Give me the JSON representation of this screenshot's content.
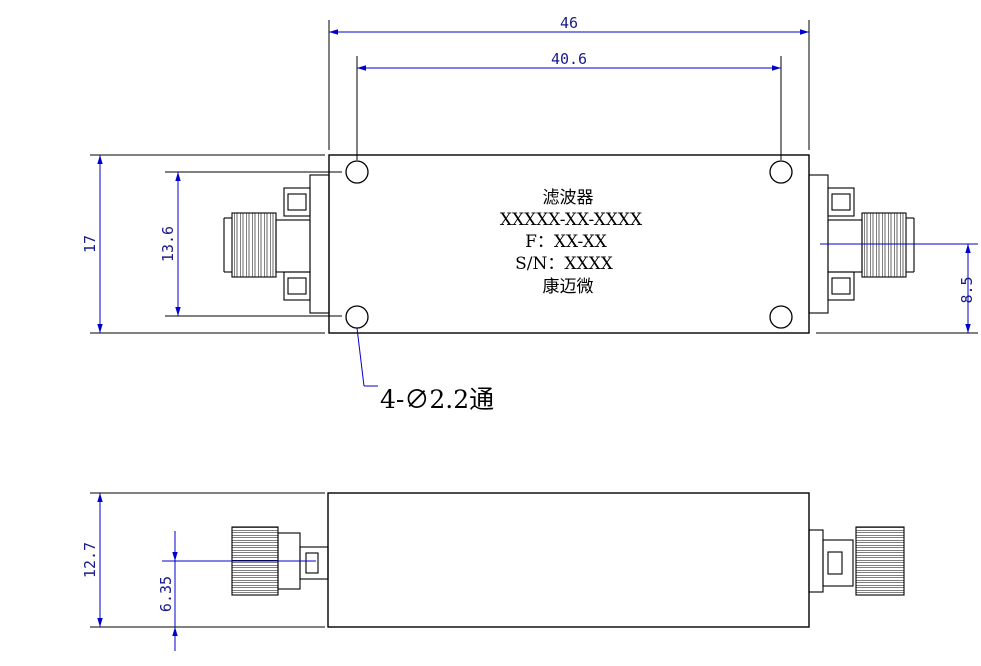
{
  "colors": {
    "outline": "#000000",
    "dimension": "#0000cc",
    "dimension_text": "#1a1a8c"
  },
  "top_view": {
    "dims": {
      "overall_width": "46",
      "hole_spacing": "40.6",
      "overall_height": "17",
      "hole_spacing_vertical": "13.6",
      "connector_offset": "8.5"
    },
    "label": {
      "line1": "滤波器",
      "line2": "XXXXX-XX-XXXX",
      "line3": "F：XX-XX",
      "line4": "S/N：XXXX",
      "line5": "康迈微"
    },
    "hole_callout": "4-∅2.2通"
  },
  "side_view": {
    "dims": {
      "thickness": "12.7",
      "connector_height": "6.35"
    }
  }
}
